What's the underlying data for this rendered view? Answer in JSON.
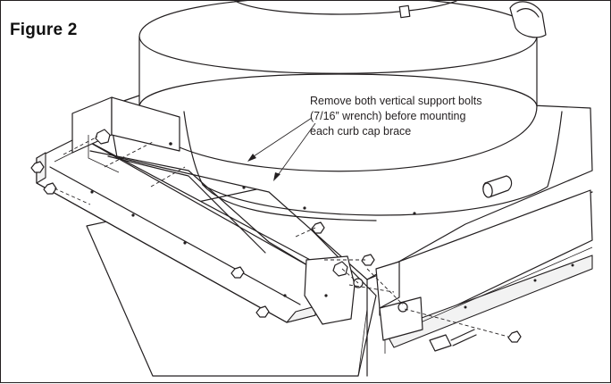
{
  "figure": {
    "title": "Figure 2",
    "callout_lines": [
      "Remove both vertical support bolts",
      "(7/16” wrench) before mounting",
      "each curb cap brace"
    ]
  },
  "icons": {
    "fan-housing": "fan-housing-icon",
    "curb-cap-brace": "curb-cap-brace-icon",
    "support-bolt": "bolt-icon"
  },
  "colors": {
    "line": "#231f20",
    "background": "#ffffff"
  }
}
